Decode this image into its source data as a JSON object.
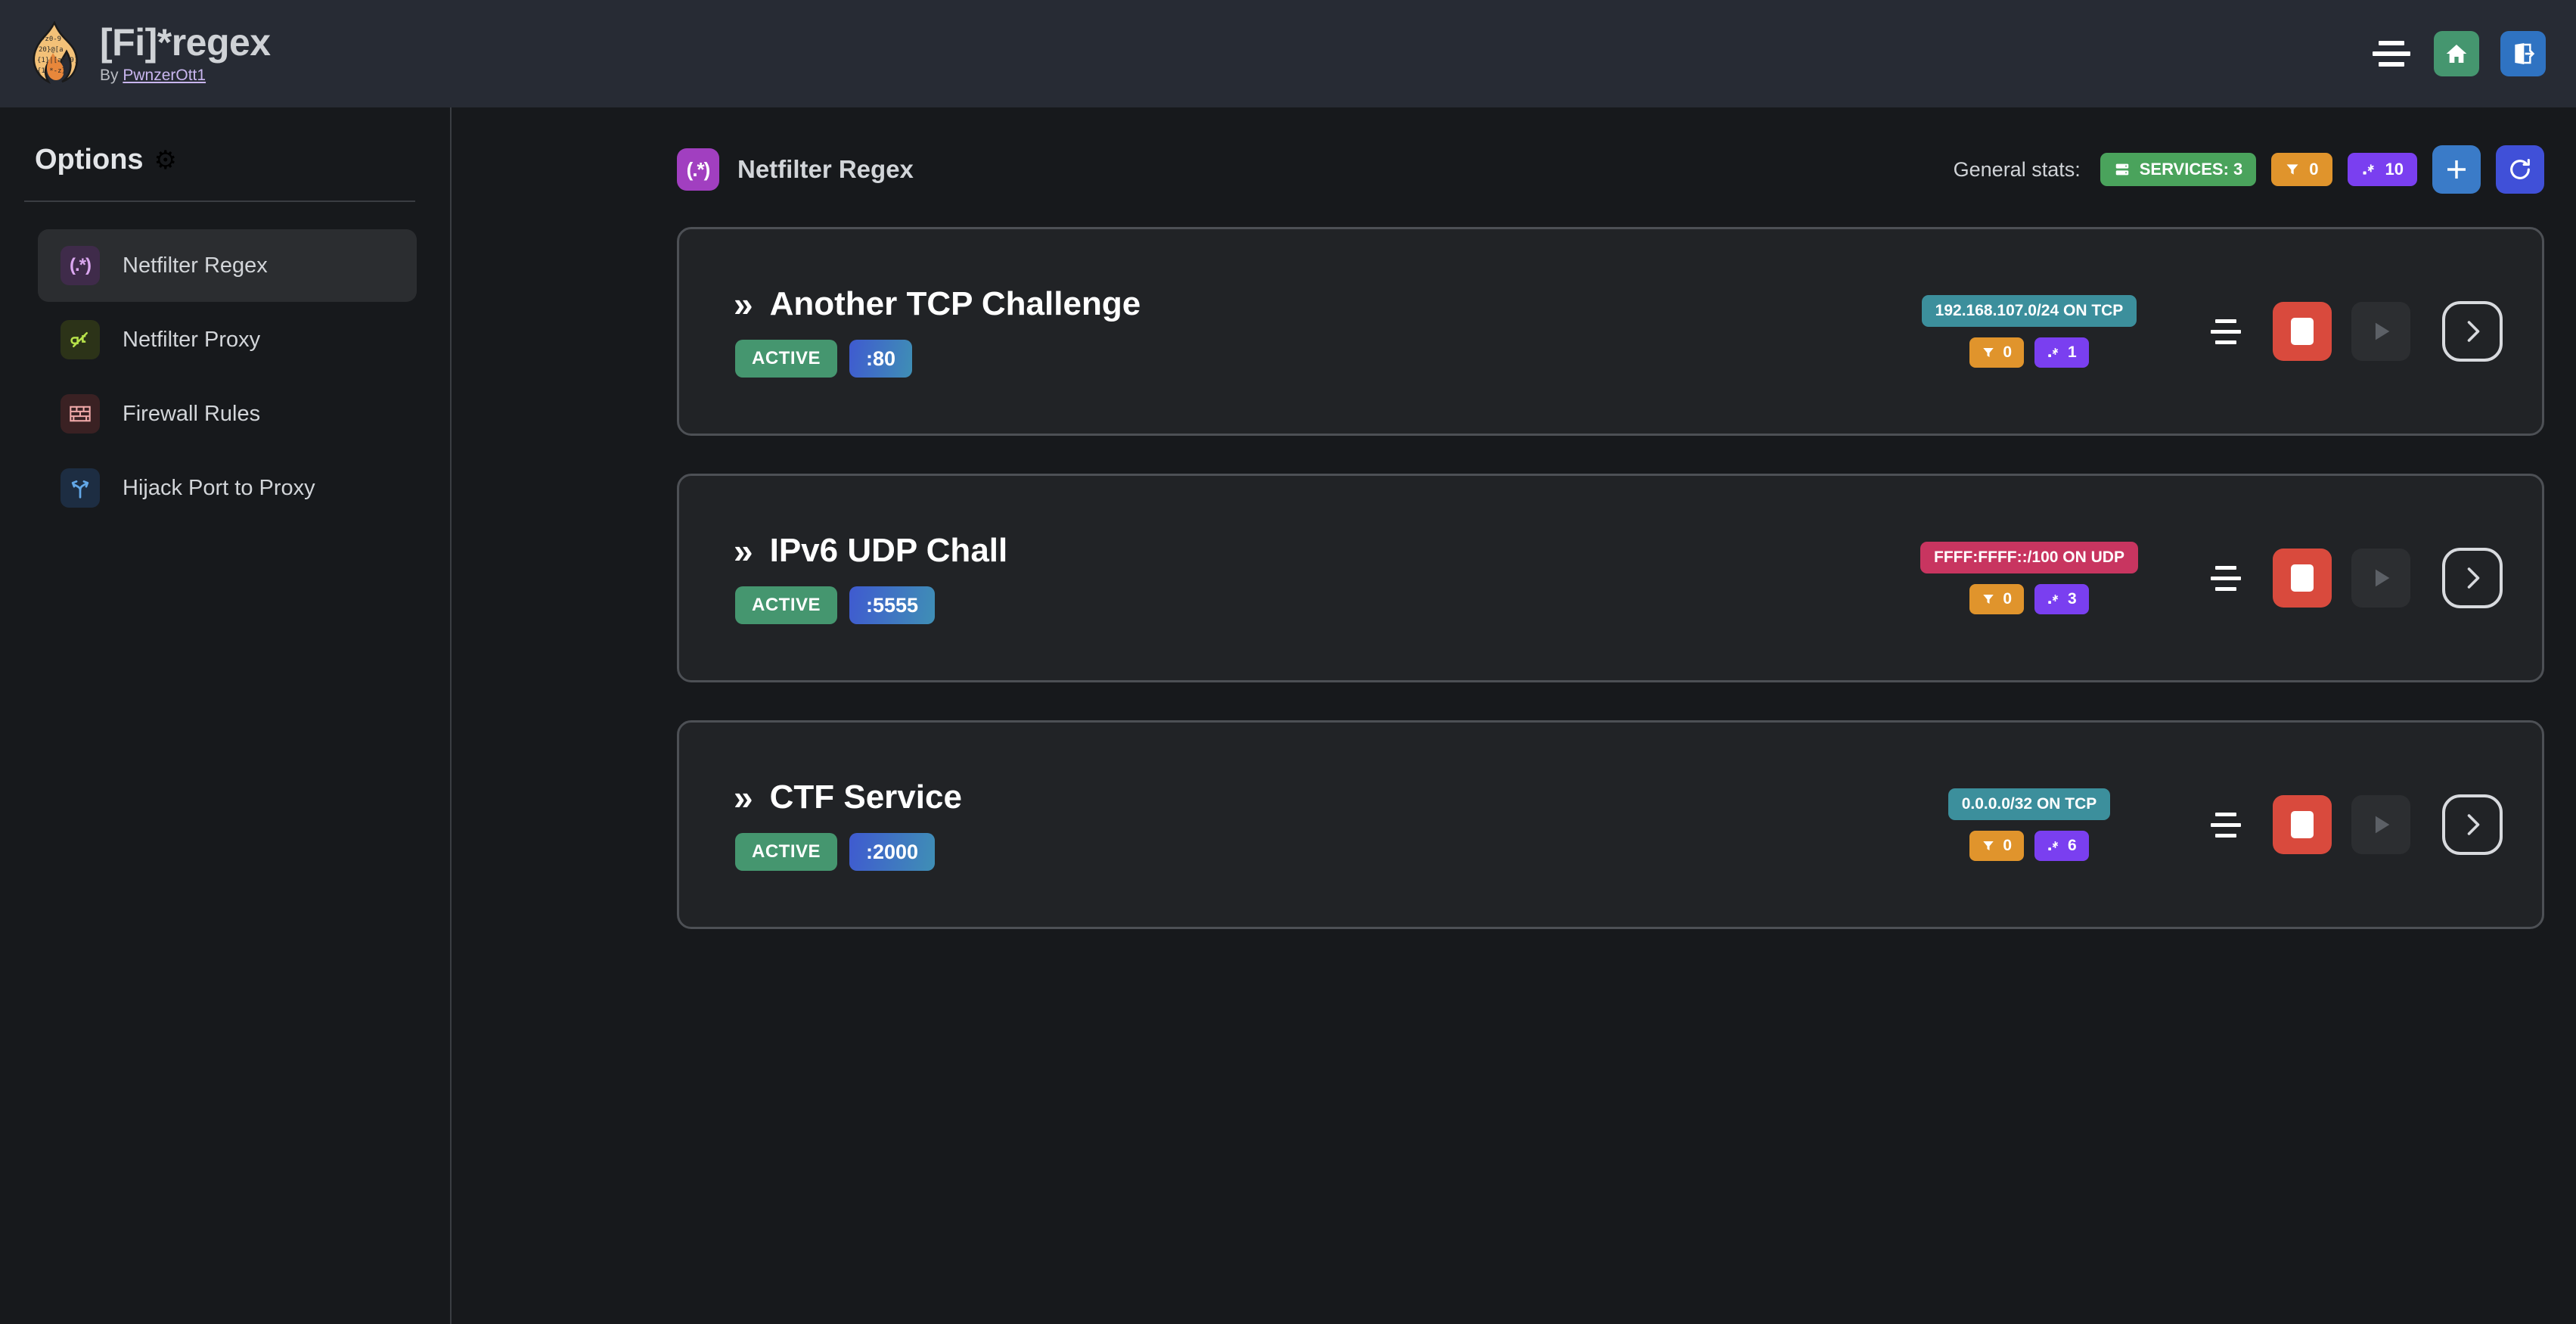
{
  "topbar": {
    "logo_icon": "flame-regex-logo",
    "title": "[Fi]*regex",
    "byline_prefix": "By ",
    "author": "PwnzerOtt1",
    "menu_icon": "hamburger-icon",
    "home_icon": "home-icon",
    "logout_icon": "logout-icon"
  },
  "sidebar": {
    "title": "Options",
    "gear_icon": "gear-icon",
    "items": [
      {
        "label": "Netfilter Regex",
        "icon": "regex-icon",
        "glyph": "(.*)",
        "active": true
      },
      {
        "label": "Netfilter Proxy",
        "icon": "plug-icon",
        "glyph": "",
        "active": false
      },
      {
        "label": "Firewall Rules",
        "icon": "brick-wall-icon",
        "glyph": "",
        "active": false
      },
      {
        "label": "Hijack Port to Proxy",
        "icon": "route-split-icon",
        "glyph": "",
        "active": false
      }
    ]
  },
  "main": {
    "page_icon": "regex-icon",
    "page_icon_glyph": "(.*)",
    "page_title": "Netfilter Regex",
    "stats_label": "General stats:",
    "stats": {
      "services_icon": "server-icon",
      "services_text": "SERVICES: 3",
      "filters_icon": "filter-icon",
      "filters_count": "0",
      "regexes_icon": "regex-count-icon",
      "regexes_count": "10"
    },
    "add_button_icon": "plus-icon",
    "refresh_button_icon": "refresh-icon"
  },
  "services": [
    {
      "chevrons": "»",
      "name": "Another TCP Challenge",
      "state": "ACTIVE",
      "port": ":80",
      "network": "192.168.107.0/24 ON TCP",
      "network_proto": "tcp",
      "filters_count": "0",
      "regexes_count": "1",
      "drag_icon": "drag-handle-icon",
      "stop_icon": "stop-icon",
      "play_icon": "play-icon",
      "open_icon": "chevron-right-icon"
    },
    {
      "chevrons": "»",
      "name": "IPv6 UDP Chall",
      "state": "ACTIVE",
      "port": ":5555",
      "network": "FFFF:FFFF::/100 ON UDP",
      "network_proto": "udp",
      "filters_count": "0",
      "regexes_count": "3",
      "drag_icon": "drag-handle-icon",
      "stop_icon": "stop-icon",
      "play_icon": "play-icon",
      "open_icon": "chevron-right-icon"
    },
    {
      "chevrons": "»",
      "name": "CTF Service",
      "state": "ACTIVE",
      "port": ":2000",
      "network": "0.0.0.0/32 ON TCP",
      "network_proto": "tcp",
      "filters_count": "0",
      "regexes_count": "6",
      "drag_icon": "drag-handle-icon",
      "stop_icon": "stop-icon",
      "play_icon": "play-icon",
      "open_icon": "chevron-right-icon"
    }
  ],
  "colors": {
    "topbar_bg": "#272b34",
    "page_bg": "#17191c",
    "card_bg": "#212326",
    "card_border": "#4d5055",
    "accent_green": "#45966f",
    "accent_red": "#d94a3d",
    "accent_purple": "#7a3ff0",
    "accent_orange": "#e0942c",
    "accent_teal": "#3c8f9c",
    "accent_pink": "#c83560",
    "accent_blue": "#3a7bc8",
    "accent_indigo": "#4050d8"
  }
}
